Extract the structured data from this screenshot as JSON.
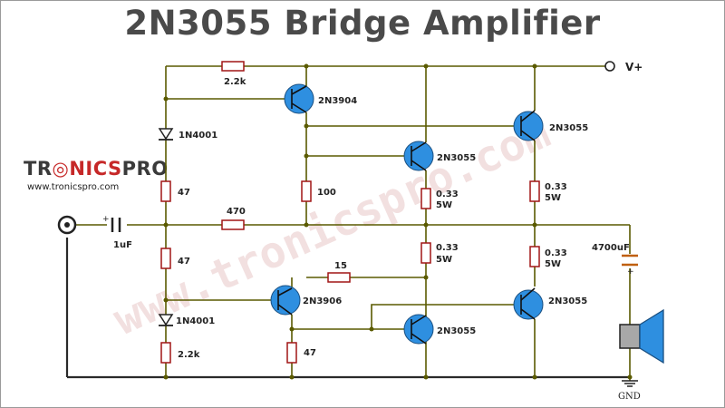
{
  "title": "2N3055 Bridge Amplifier",
  "logo": {
    "part1": "TR",
    "part2": "NICS",
    "part3": "PRO",
    "url": "www.tronicspro.com"
  },
  "watermark": "www.tronicspro.com",
  "labels": {
    "r_top": "2.2k",
    "q1": "2N3904",
    "d1": "1N4001",
    "q_drv_top": "2N3055",
    "q_out_top": "2N3055",
    "r_47_top": "47",
    "r_100": "100",
    "r_033_a1": "0.33",
    "r_033_a2": "5W",
    "r_033_b1": "0.33",
    "r_033_b2": "5W",
    "r_470": "470",
    "c_in": "1uF",
    "r_47_mid": "47",
    "r_033_c1": "0.33",
    "r_033_c2": "5W",
    "r_033_d1": "0.33",
    "r_033_d2": "5W",
    "c_out": "4700uF",
    "r_15": "15",
    "q2": "2N3906",
    "q_out_bot": "2N3055",
    "d2": "1N4001",
    "q_drv_bot": "2N3055",
    "r_22k_bot": "2.2k",
    "r_47_bot": "47",
    "vplus": "V+",
    "gnd": "GND"
  },
  "colors": {
    "wire": "#5a5a00",
    "resistor": "#a11515",
    "transistor": "#2e8fe0",
    "logo_accent": "#c62828"
  }
}
